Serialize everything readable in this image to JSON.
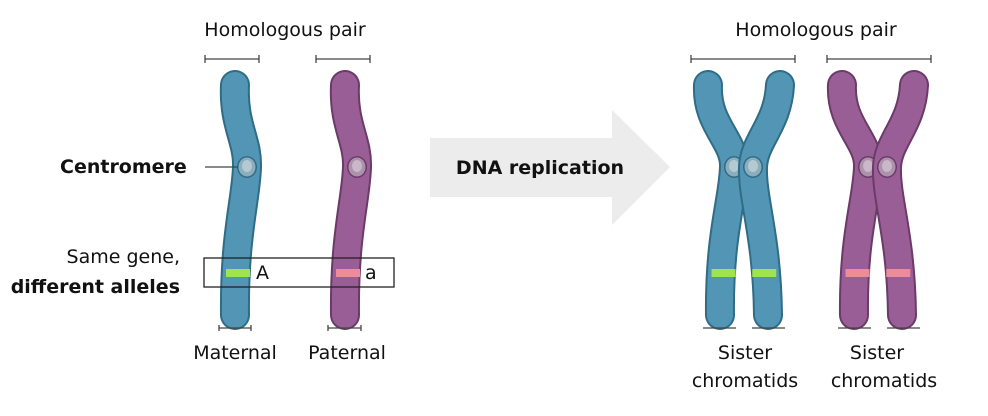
{
  "left": {
    "title": "Homologous pair",
    "centromere_label": "Centromere",
    "gene_label_line1": "Same gene,",
    "gene_label_line2": "different alleles",
    "allele_maternal": "A",
    "allele_paternal": "a",
    "maternal_label": "Maternal",
    "paternal_label": "Paternal"
  },
  "arrow": {
    "label": "DNA replication"
  },
  "right": {
    "title": "Homologous pair",
    "sister1_line1": "Sister",
    "sister1_line2": "chromatids",
    "sister2_line1": "Sister",
    "sister2_line2": "chromatids"
  },
  "colors": {
    "maternal": "#5295b4",
    "maternal_outline": "#2f6c86",
    "paternal": "#9a5e97",
    "paternal_outline": "#6b3a69",
    "allele_A": "#9fe34f",
    "allele_a": "#ec8c9b",
    "arrow": "#ececec"
  }
}
